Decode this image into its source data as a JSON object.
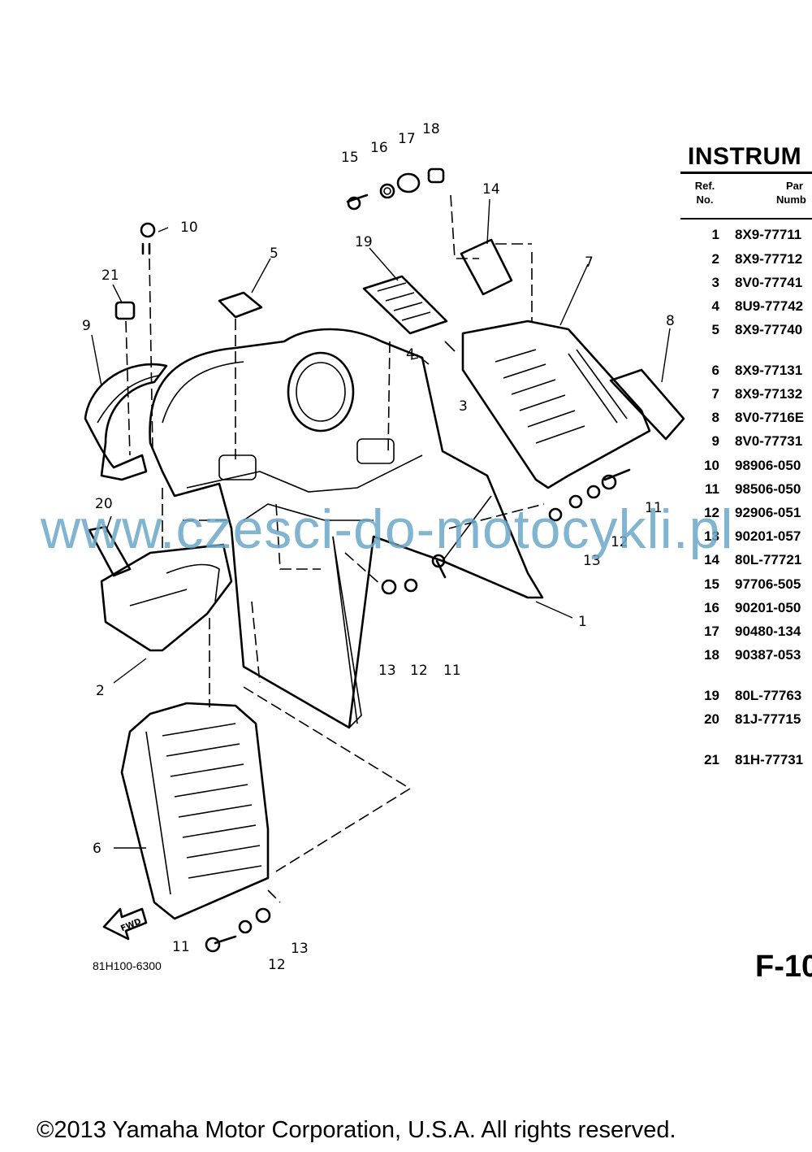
{
  "table": {
    "title": "INSTRUM",
    "col_ref": [
      "Ref.",
      "No."
    ],
    "col_part": [
      "Par",
      "Numb"
    ],
    "rows": [
      {
        "ref": "1",
        "part": "8X9-77711"
      },
      {
        "ref": "2",
        "part": "8X9-77712"
      },
      {
        "ref": "3",
        "part": "8V0-77741"
      },
      {
        "ref": "4",
        "part": "8U9-77742"
      },
      {
        "ref": "5",
        "part": "8X9-77740"
      },
      {
        "ref": "6",
        "part": "8X9-77131"
      },
      {
        "ref": "7",
        "part": "8X9-77132"
      },
      {
        "ref": "8",
        "part": "8V0-7716E"
      },
      {
        "ref": "9",
        "part": "8V0-77731"
      },
      {
        "ref": "10",
        "part": "98906-050"
      },
      {
        "ref": "11",
        "part": "98506-050"
      },
      {
        "ref": "12",
        "part": "92906-051"
      },
      {
        "ref": "13",
        "part": "90201-057"
      },
      {
        "ref": "14",
        "part": "80L-77721"
      },
      {
        "ref": "15",
        "part": "97706-505"
      },
      {
        "ref": "16",
        "part": "90201-050"
      },
      {
        "ref": "17",
        "part": "90480-134"
      },
      {
        "ref": "18",
        "part": "90387-053"
      },
      {
        "ref": "19",
        "part": "80L-77763"
      },
      {
        "ref": "20",
        "part": "81J-77715"
      },
      {
        "ref": "21",
        "part": "81H-77731"
      }
    ]
  },
  "callouts": {
    "c1": "1",
    "c2": "2",
    "c3": "3",
    "c4": "4",
    "c5": "5",
    "c6": "6",
    "c7": "7",
    "c8": "8",
    "c9": "9",
    "c10": "10",
    "c11a": "11",
    "c11b": "11",
    "c11c": "11",
    "c12a": "12",
    "c12b": "12",
    "c12c": "12",
    "c13a": "13",
    "c13b": "13",
    "c13c": "13",
    "c14": "14",
    "c15": "15",
    "c16": "16",
    "c17": "17",
    "c18": "18",
    "c19": "19",
    "c20": "20",
    "c21": "21"
  },
  "fwd_label": "FWD",
  "drawing_code": "81H100-6300",
  "page_code": "F-10",
  "watermark": "www.czesci-do-motocykli.pl",
  "copyright": "©2013 Yamaha Motor Corporation, U.S.A. All rights reserved."
}
